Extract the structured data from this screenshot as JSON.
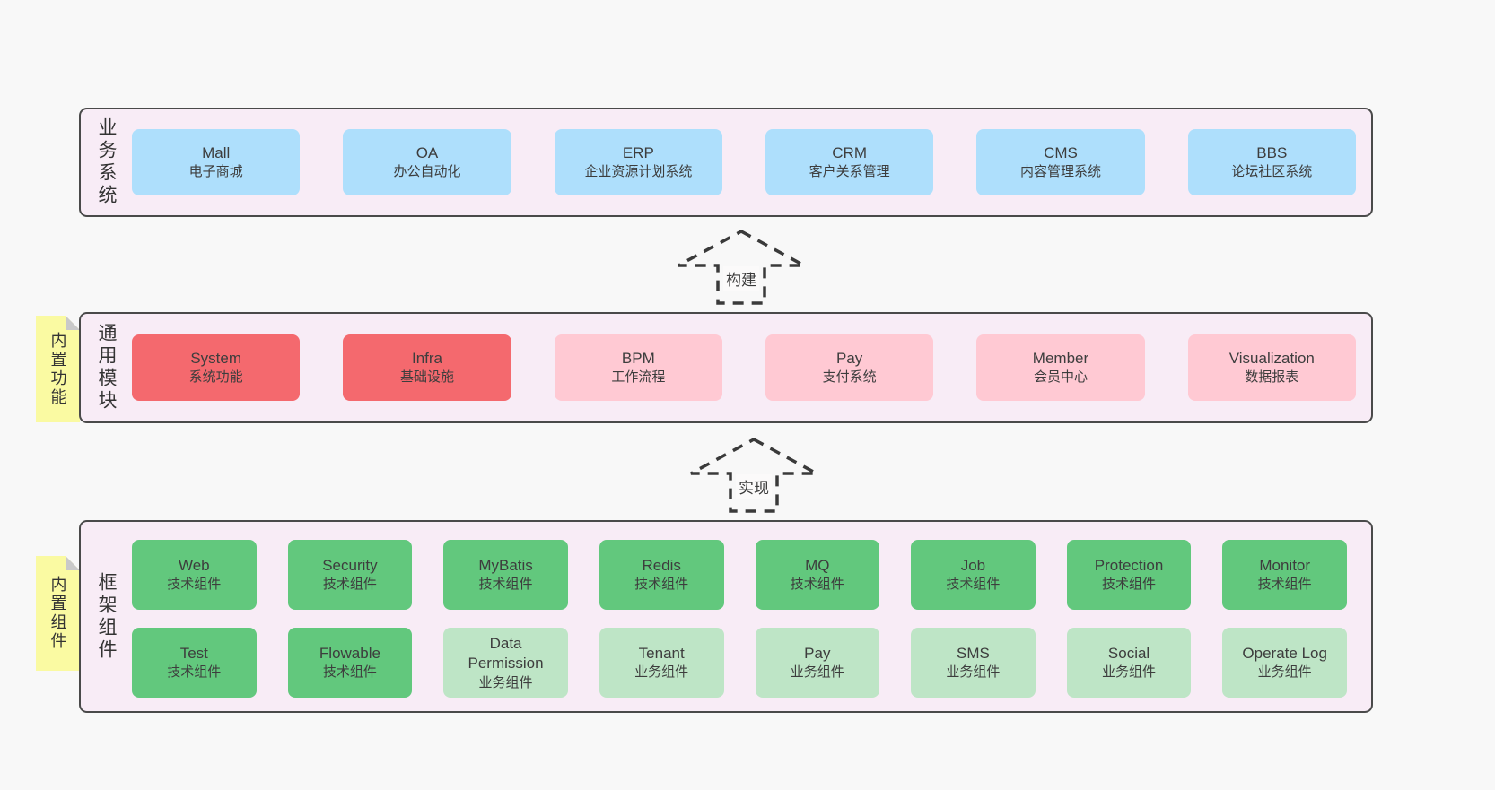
{
  "colors": {
    "page_bg": "#f8f8f8",
    "panel_bg": "#f8ecf6",
    "panel_border": "#4a4a4a",
    "blue": "#aedffc",
    "red": "#f4696e",
    "pink": "#ffc9d3",
    "green": "#62c87d",
    "light_green": "#bee5c6",
    "sticky_yellow": "#fafaa2",
    "sticky_fold": "#c9c9c9",
    "text": "#3d3d3d"
  },
  "arrows": [
    {
      "label": "构建"
    },
    {
      "label": "实现"
    }
  ],
  "sections": [
    {
      "label": "业务系统",
      "items": [
        {
          "title": "Mall",
          "subtitle": "电子商城",
          "variant": "blue"
        },
        {
          "title": "OA",
          "subtitle": "办公自动化",
          "variant": "blue"
        },
        {
          "title": "ERP",
          "subtitle": "企业资源计划系统",
          "variant": "blue"
        },
        {
          "title": "CRM",
          "subtitle": "客户关系管理",
          "variant": "blue"
        },
        {
          "title": "CMS",
          "subtitle": "内容管理系统",
          "variant": "blue"
        },
        {
          "title": "BBS",
          "subtitle": "论坛社区系统",
          "variant": "blue"
        }
      ]
    },
    {
      "label": "通用模块",
      "sticky": "内置功能",
      "items": [
        {
          "title": "System",
          "subtitle": "系统功能",
          "variant": "red"
        },
        {
          "title": "Infra",
          "subtitle": "基础设施",
          "variant": "red"
        },
        {
          "title": "BPM",
          "subtitle": "工作流程",
          "variant": "pink"
        },
        {
          "title": "Pay",
          "subtitle": "支付系统",
          "variant": "pink"
        },
        {
          "title": "Member",
          "subtitle": "会员中心",
          "variant": "pink"
        },
        {
          "title": "Visualization",
          "subtitle": "数据报表",
          "variant": "pink"
        }
      ]
    },
    {
      "label": "框架组件",
      "sticky": "内置组件",
      "row1": [
        {
          "title": "Web",
          "subtitle": "技术组件",
          "variant": "green"
        },
        {
          "title": "Security",
          "subtitle": "技术组件",
          "variant": "green"
        },
        {
          "title": "MyBatis",
          "subtitle": "技术组件",
          "variant": "green"
        },
        {
          "title": "Redis",
          "subtitle": "技术组件",
          "variant": "green"
        },
        {
          "title": "MQ",
          "subtitle": "技术组件",
          "variant": "green"
        },
        {
          "title": "Job",
          "subtitle": "技术组件",
          "variant": "green"
        },
        {
          "title": "Protection",
          "subtitle": "技术组件",
          "variant": "green"
        },
        {
          "title": "Monitor",
          "subtitle": "技术组件",
          "variant": "green"
        }
      ],
      "row2": [
        {
          "title": "Test",
          "subtitle": "技术组件",
          "variant": "green"
        },
        {
          "title": "Flowable",
          "subtitle": "技术组件",
          "variant": "green"
        },
        {
          "title": "Data Permission",
          "subtitle": "业务组件",
          "variant": "light-green"
        },
        {
          "title": "Tenant",
          "subtitle": "业务组件",
          "variant": "light-green"
        },
        {
          "title": "Pay",
          "subtitle": "业务组件",
          "variant": "light-green"
        },
        {
          "title": "SMS",
          "subtitle": "业务组件",
          "variant": "light-green"
        },
        {
          "title": "Social",
          "subtitle": "业务组件",
          "variant": "light-green"
        },
        {
          "title": "Operate Log",
          "subtitle": "业务组件",
          "variant": "light-green"
        }
      ]
    }
  ]
}
